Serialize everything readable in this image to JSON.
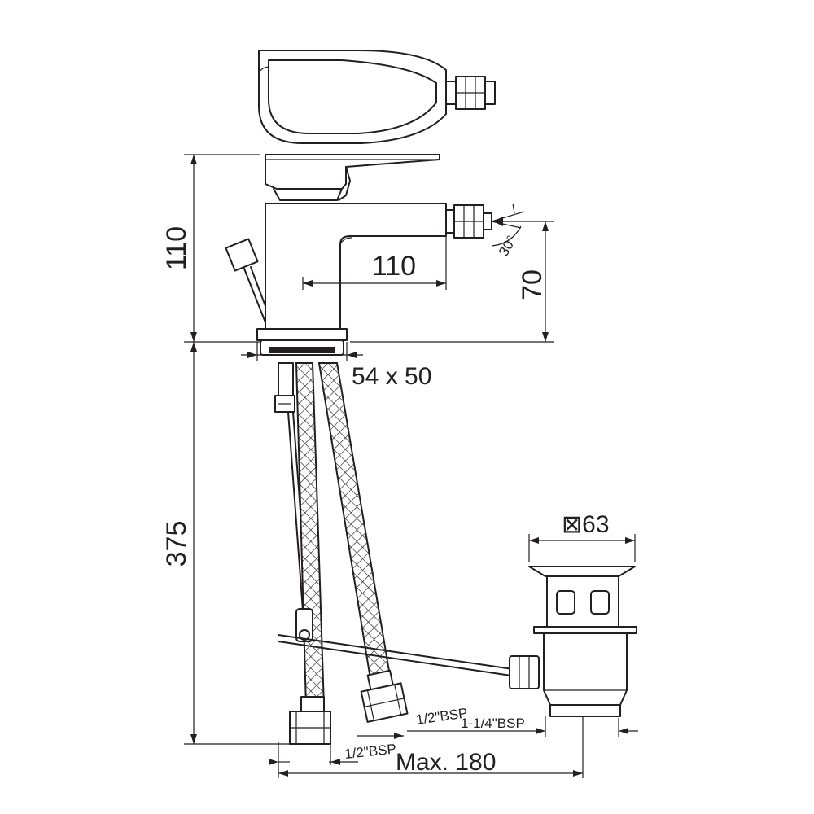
{
  "dimensions": {
    "height_total": "110",
    "spout_reach": "110",
    "spout_height": "70",
    "base_plate": "54 x 50",
    "shank_length": "375",
    "tilt_angle": "30°",
    "waste_size": "⊠63",
    "hose_thread_left": "1/2\"BSP",
    "hose_thread_right": "1/2\"BSP",
    "waste_thread": "1-1/4\"BSP",
    "max_distance": "Max. 180"
  }
}
